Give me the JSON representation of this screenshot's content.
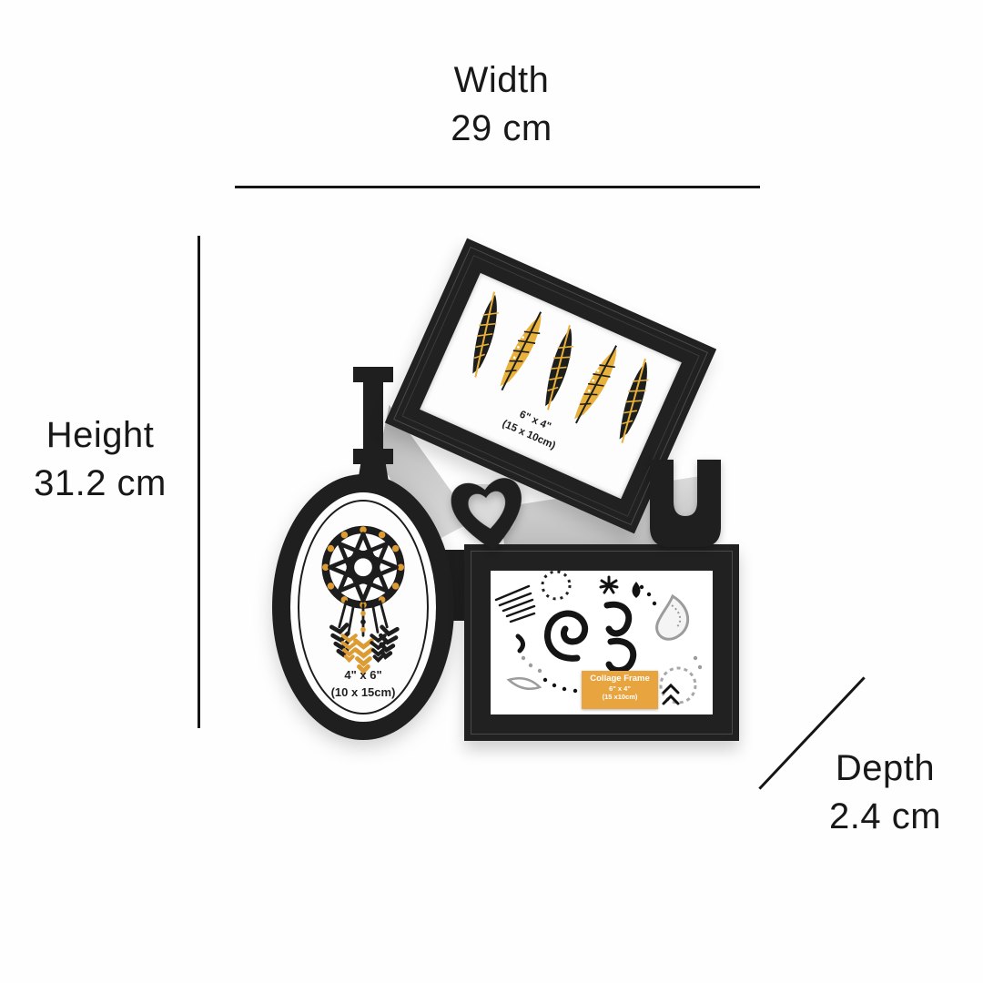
{
  "dimensions": {
    "width": {
      "label": "Width",
      "value": "29 cm"
    },
    "height": {
      "label": "Height",
      "value": "31.2 cm"
    },
    "depth": {
      "label": "Depth",
      "value": "2.4 cm"
    }
  },
  "product": {
    "monogram": "I ♥ U",
    "frame_color": "#1f1f1f",
    "accent_gold": "#e8af3c",
    "top_frame": {
      "size_line1": "6\" x 4\"",
      "size_line2": "(15 x 10cm)"
    },
    "oval_frame": {
      "size_line1": "4\" x 6\"",
      "size_line2": "(10 x 15cm)"
    },
    "bottom_frame": {
      "label": {
        "line1": "Collage Frame",
        "line2": "6\" x 4\"",
        "line3": "(15 x10cm)",
        "bg": "#e8a43f"
      }
    }
  }
}
